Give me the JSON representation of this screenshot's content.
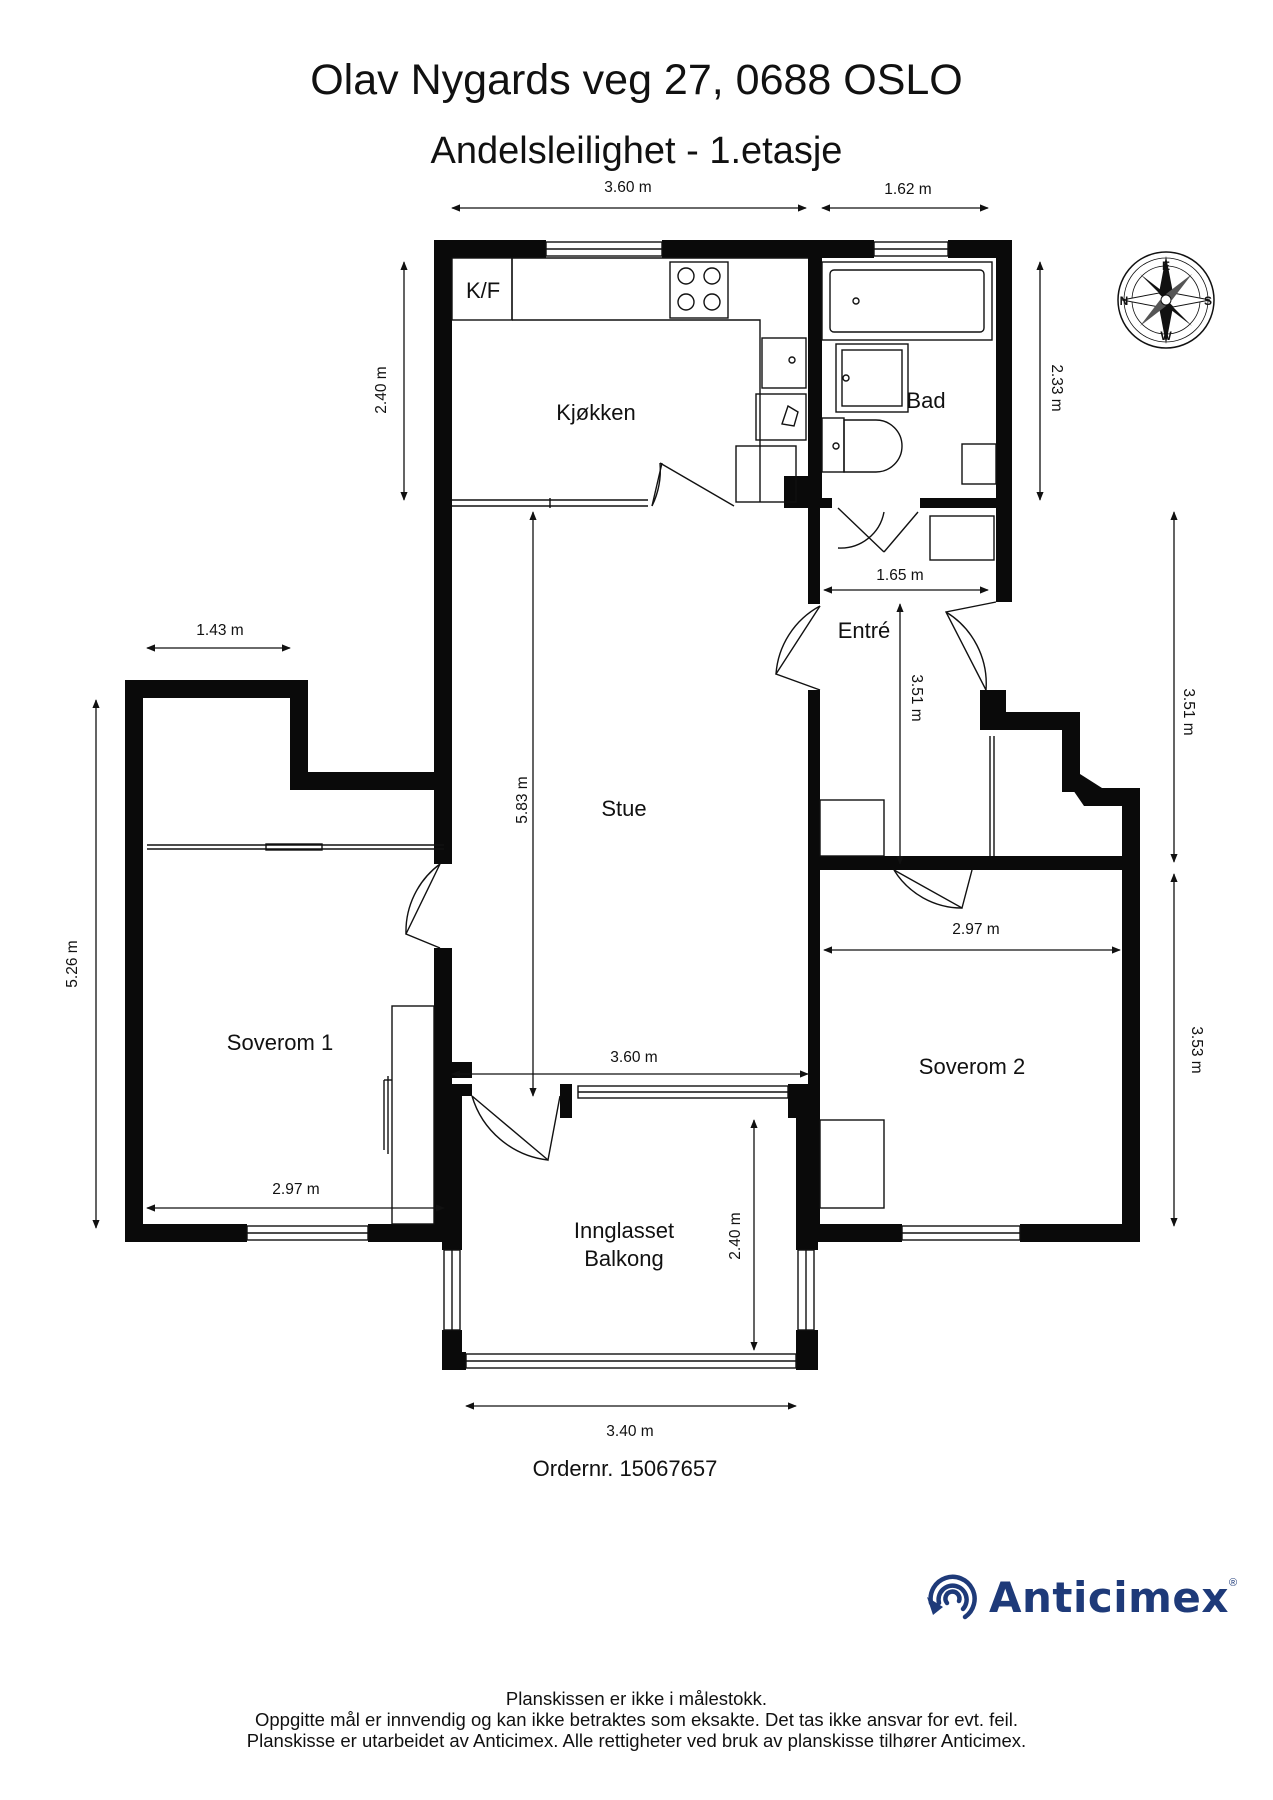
{
  "header": {
    "address": "Olav Nygards veg 27, 0688 OSLO",
    "subtitle": "Andelsleilighet  - 1.etasje"
  },
  "rooms": {
    "kf": "K/F",
    "kitchen": "Kjøkken",
    "bathroom": "Bad",
    "entry": "Entré",
    "living_room": "Stue",
    "bedroom1": "Soverom 1",
    "bedroom2": "Soverom 2",
    "balcony_line1": "Innglasset",
    "balcony_line2": "Balkong"
  },
  "dimensions": {
    "top_kitchen_width": "3.60 m",
    "top_bath_width": "1.62 m",
    "kitchen_height": "2.40 m",
    "bath_height": "2.33 m",
    "entry_width": "1.65 m",
    "entry_height": "3.51 m",
    "right_upper_height": "3.51 m",
    "bedroom1_top_width": "1.43 m",
    "bedroom1_height": "5.26 m",
    "living_height": "5.83 m",
    "living_width": "3.60 m",
    "bedroom2_width": "2.97 m",
    "bedroom2_height": "3.53 m",
    "bedroom1_width": "2.97 m",
    "balcony_height": "2.40 m",
    "balcony_width": "3.40 m"
  },
  "compass": {
    "n": "N",
    "e": "E",
    "s": "S",
    "w": "W"
  },
  "order": "Ordernr. 15067657",
  "brand": {
    "name": "Anticimex",
    "mark": "®",
    "color": "#1e3a79"
  },
  "footer": {
    "line1": "Planskissen er ikke i målestokk.",
    "line2": "Oppgitte mål er innvendig og kan ikke betraktes som eksakte. Det tas ikke ansvar for evt. feil.",
    "line3": "Planskisse er utarbeidet av Anticimex. Alle rettigheter ved bruk av planskisse tilhører Anticimex."
  },
  "colors": {
    "wall": "#0a0a0a",
    "text": "#111111"
  }
}
